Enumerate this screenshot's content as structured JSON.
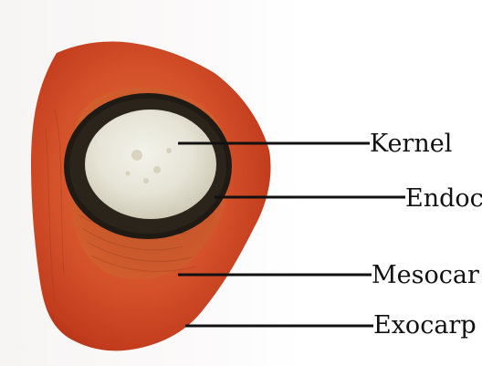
{
  "labels": {
    "kernel": "Kernel",
    "endocarp": "Endoc",
    "mesocarp": "Mesocar",
    "exocarp": "Exocarp"
  },
  "colors": {
    "exocarp": "#c8401f",
    "mesocarp": "#d9602e",
    "endocarp": "#1d1a14",
    "kernel": "#e9e8dd",
    "leader_line": "#111111"
  }
}
